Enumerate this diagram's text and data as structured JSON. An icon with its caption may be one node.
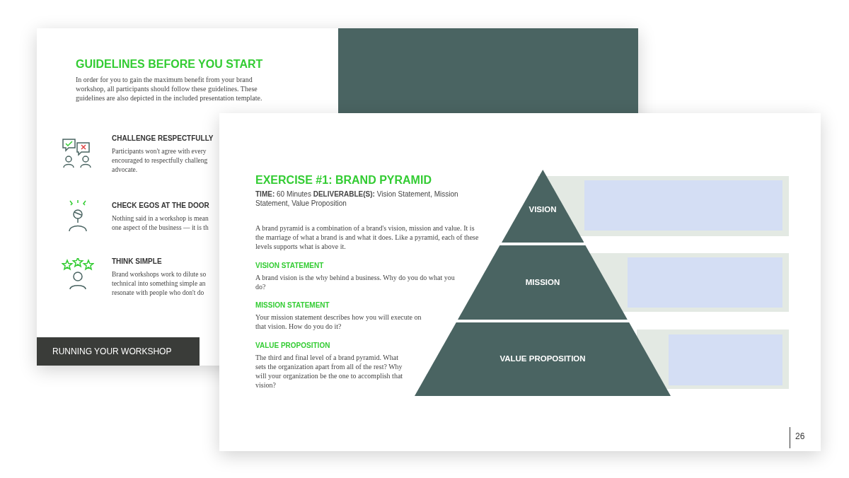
{
  "diagram": {
    "nodes": [
      {
        "text": [
          "RUNNING YOUR WORKSHOP"
        ]
      },
      {
        "text": [
          "VISION"
        ]
      },
      {
        "text": [
          "MISSION"
        ]
      },
      {
        "text": [
          "VALUE PROPOSITION"
        ]
      },
      {
        "text": [],
        "shape": "box"
      },
      {
        "text": [],
        "shape": "box"
      },
      {
        "text": [],
        "shape": "box"
      }
    ],
    "labels": [
      "GUIDELINES BEFORE YOU START",
      "In order for you to gain the maximum benefit from your brand workshop, all participants should follow these guidelines. These guidelines are also depicted in the included presentation template.",
      "CHALLENGE RESPECTFULLY",
      "Participants won't agree with every encouraged to respectfully challeng advocate.",
      "CHECK EGOS AT THE DOOR",
      "Nothing said in a workshop is mean one aspect of the business — it is th",
      "THINK SIMPLE",
      "Brand workshops work to dilute so technical into something simple an resonate with people who don't do",
      "EXERCISE #1: BRAND PYRAMID",
      "**TIME:** 60 Minutes **DELIVERABLE(S):** Vision Statement, Mission Statement, Value Proposition",
      "A brand pyramid is a combination of a brand's vision, mission and value. It is the marriage of what a brand is and what it does. Like a pyramid, each of these levels supports what is above it.",
      "VISION STATEMENT",
      "A brand vision is the why behind a business. Why do you do what you do?",
      "MISSION STATEMENT",
      "Your mission statement describes how you will execute on that vision. How do you do it?",
      "VALUE PROPOSITION",
      "The third and final level of a brand pyramid. What sets the organization apart from all of the rest? Why will your organization be the one to accomplish that vision?",
      "26"
    ]
  }
}
